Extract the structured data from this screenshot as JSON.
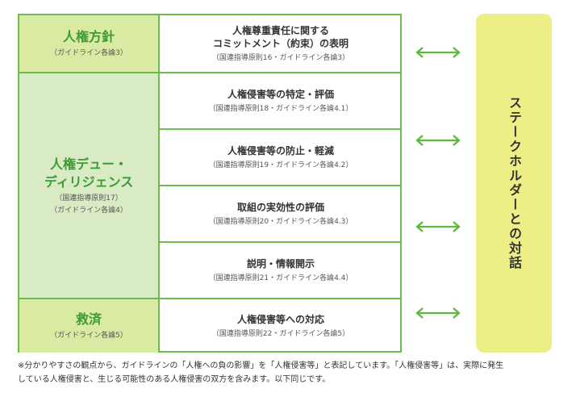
{
  "colors": {
    "border": "#6dbb4a",
    "category_top_bg": "#d9eaa2",
    "category_mid_bg": "#d8ebc4",
    "category_bottom_bg": "#d9eaa2",
    "category_text": "#3d9b35",
    "arrow": "#5cb73a",
    "stakeholder_bg": "#ecef85"
  },
  "categories": [
    {
      "title": "人権方針",
      "sub": "（ガイドライン各論3）",
      "sub2": ""
    },
    {
      "title": "人権デュー・\nディリジェンス",
      "sub": "（国連指導原則17）",
      "sub2": "（ガイドライン各論4）"
    },
    {
      "title": "救済",
      "sub": "（ガイドライン各論5）",
      "sub2": ""
    }
  ],
  "items": [
    {
      "title": "人権尊重責任に関する\nコミットメント（約束）の表明",
      "sub": "（国連指導原則16・ガイドライン各論3）"
    },
    {
      "title": "人権侵害等の特定・評価",
      "sub": "（国連指導原則18・ガイドライン各論4.1）"
    },
    {
      "title": "人権侵害等の防止・軽減",
      "sub": "（国連指導原則19・ガイドライン各論4.2）"
    },
    {
      "title": "取組の実効性の評価",
      "sub": "（国連指導原則20・ガイドライン各論4.3）"
    },
    {
      "title": "説明・情報開示",
      "sub": "（国連指導原則21・ガイドライン各論4.4）"
    },
    {
      "title": "人権侵害等への対応",
      "sub": "（国連指導原則22・ガイドライン各論5）"
    }
  ],
  "stakeholder_label": "ステークホルダーとの対話",
  "arrow_count": 4,
  "footnote_line1": "※分かりやすさの観点から、ガイドラインの「人権への負の影響」を「人権侵害等」と表記しています。「人権侵害等」は、実際に発生",
  "footnote_line2": "している人権侵害と、生じる可能性のある人権侵害の双方を含みます。以下同じです。"
}
